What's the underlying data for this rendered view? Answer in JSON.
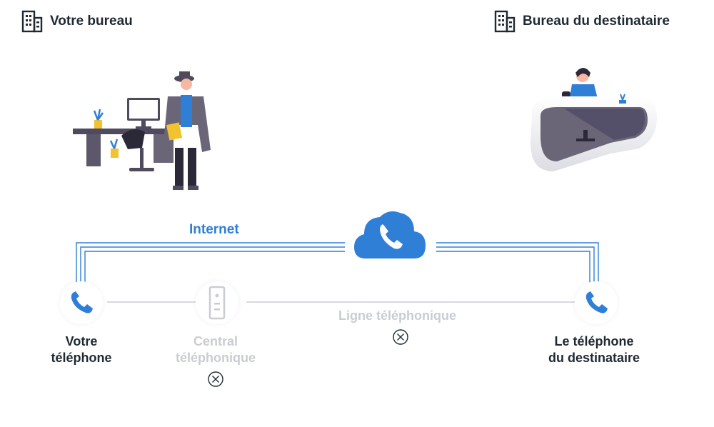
{
  "offices": {
    "left_title": "Votre bureau",
    "right_title": "Bureau du destinataire"
  },
  "network": {
    "internet_label": "Internet",
    "phone_line_label": "Ligne téléphonique"
  },
  "nodes": {
    "your_phone": [
      "Votre",
      "téléphone"
    ],
    "exchange": [
      "Central",
      "téléphonique"
    ],
    "recipient_phone": [
      "Le téléphone",
      "du destinataire"
    ]
  },
  "colors": {
    "accent": "#2f7fd6",
    "line_blue": "#2f7fd6",
    "muted": "#c9cdd2",
    "dark": "#1f2933"
  },
  "icons": [
    "building-icon",
    "phone-icon",
    "cloud-phone-icon",
    "exchange-box-icon",
    "blocked-icon"
  ]
}
